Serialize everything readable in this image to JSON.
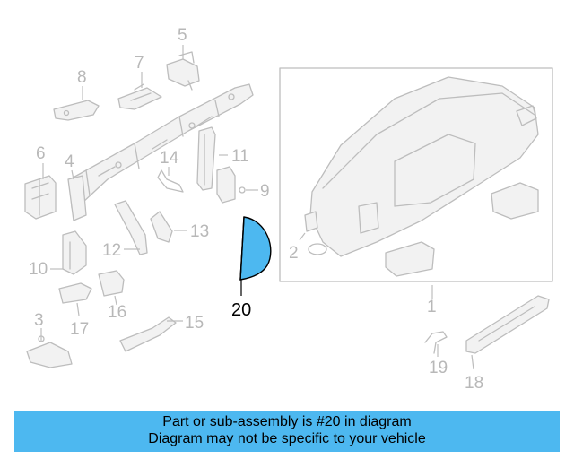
{
  "highlight_color": "#4db8f0",
  "callouts": {
    "c1": "1",
    "c2": "2",
    "c3": "3",
    "c4": "4",
    "c5": "5",
    "c6": "6",
    "c7": "7",
    "c8": "8",
    "c9": "9",
    "c10": "10",
    "c11": "11",
    "c12": "12",
    "c13": "13",
    "c14": "14",
    "c15": "15",
    "c16": "16",
    "c17": "17",
    "c18": "18",
    "c19": "19",
    "c20": "20"
  },
  "banner": {
    "line1": "Part or sub-assembly is #20 in diagram",
    "line2": "Diagram may not be specific to your vehicle"
  }
}
